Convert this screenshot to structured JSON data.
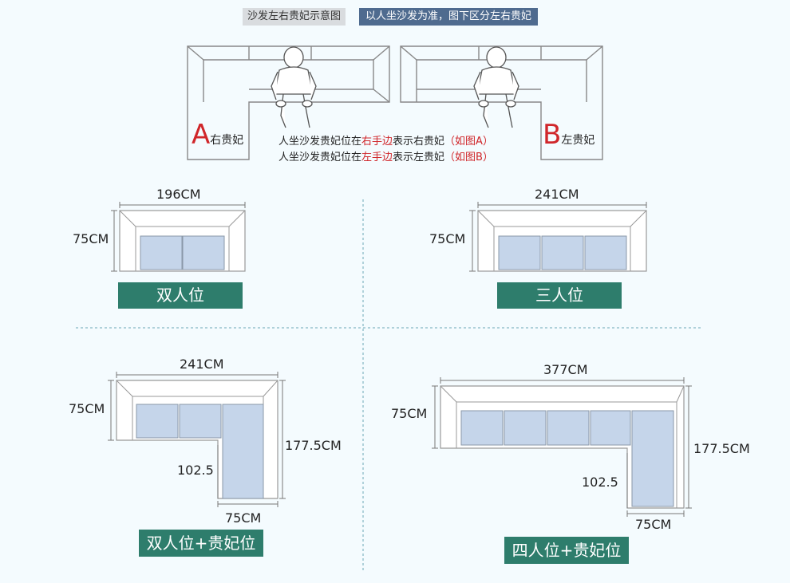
{
  "header": {
    "left_label": "沙发左右贵妃示意图",
    "right_label": "以人坐沙发为准，图下区分左右贵妃"
  },
  "diagram_a": {
    "letter": "A",
    "label": "右贵妃"
  },
  "diagram_b": {
    "letter": "B",
    "label": "左贵妃"
  },
  "notes": {
    "line1_pre": "人坐沙发贵妃位在",
    "line1_hl": "右手边",
    "line1_post": "表示右贵妃",
    "line1_ref": "（如图A）",
    "line2_pre": "人坐沙发贵妃位在",
    "line2_hl": "左手边",
    "line2_post": "表示左贵妃",
    "line2_ref": "（如图B）"
  },
  "sofas": {
    "two_seat": {
      "width": "196CM",
      "depth": "75CM",
      "label": "双人位"
    },
    "three_seat": {
      "width": "241CM",
      "depth": "75CM",
      "label": "三人位"
    },
    "two_chaise": {
      "width": "241CM",
      "depth": "75CM",
      "chaise_length": "177.5CM",
      "inner_length": "102.5",
      "chaise_width": "75CM",
      "label": "双人位+贵妃位"
    },
    "four_chaise": {
      "width": "377CM",
      "depth": "75CM",
      "chaise_length": "177.5CM",
      "inner_length": "102.5",
      "chaise_width": "75CM",
      "label": "四人位+贵妃位"
    }
  },
  "colors": {
    "seat_fill": "#c5d5ea",
    "tag_bg": "#2e7d6c",
    "highlight": "#d0262a",
    "divider": "#6aa7b5"
  }
}
